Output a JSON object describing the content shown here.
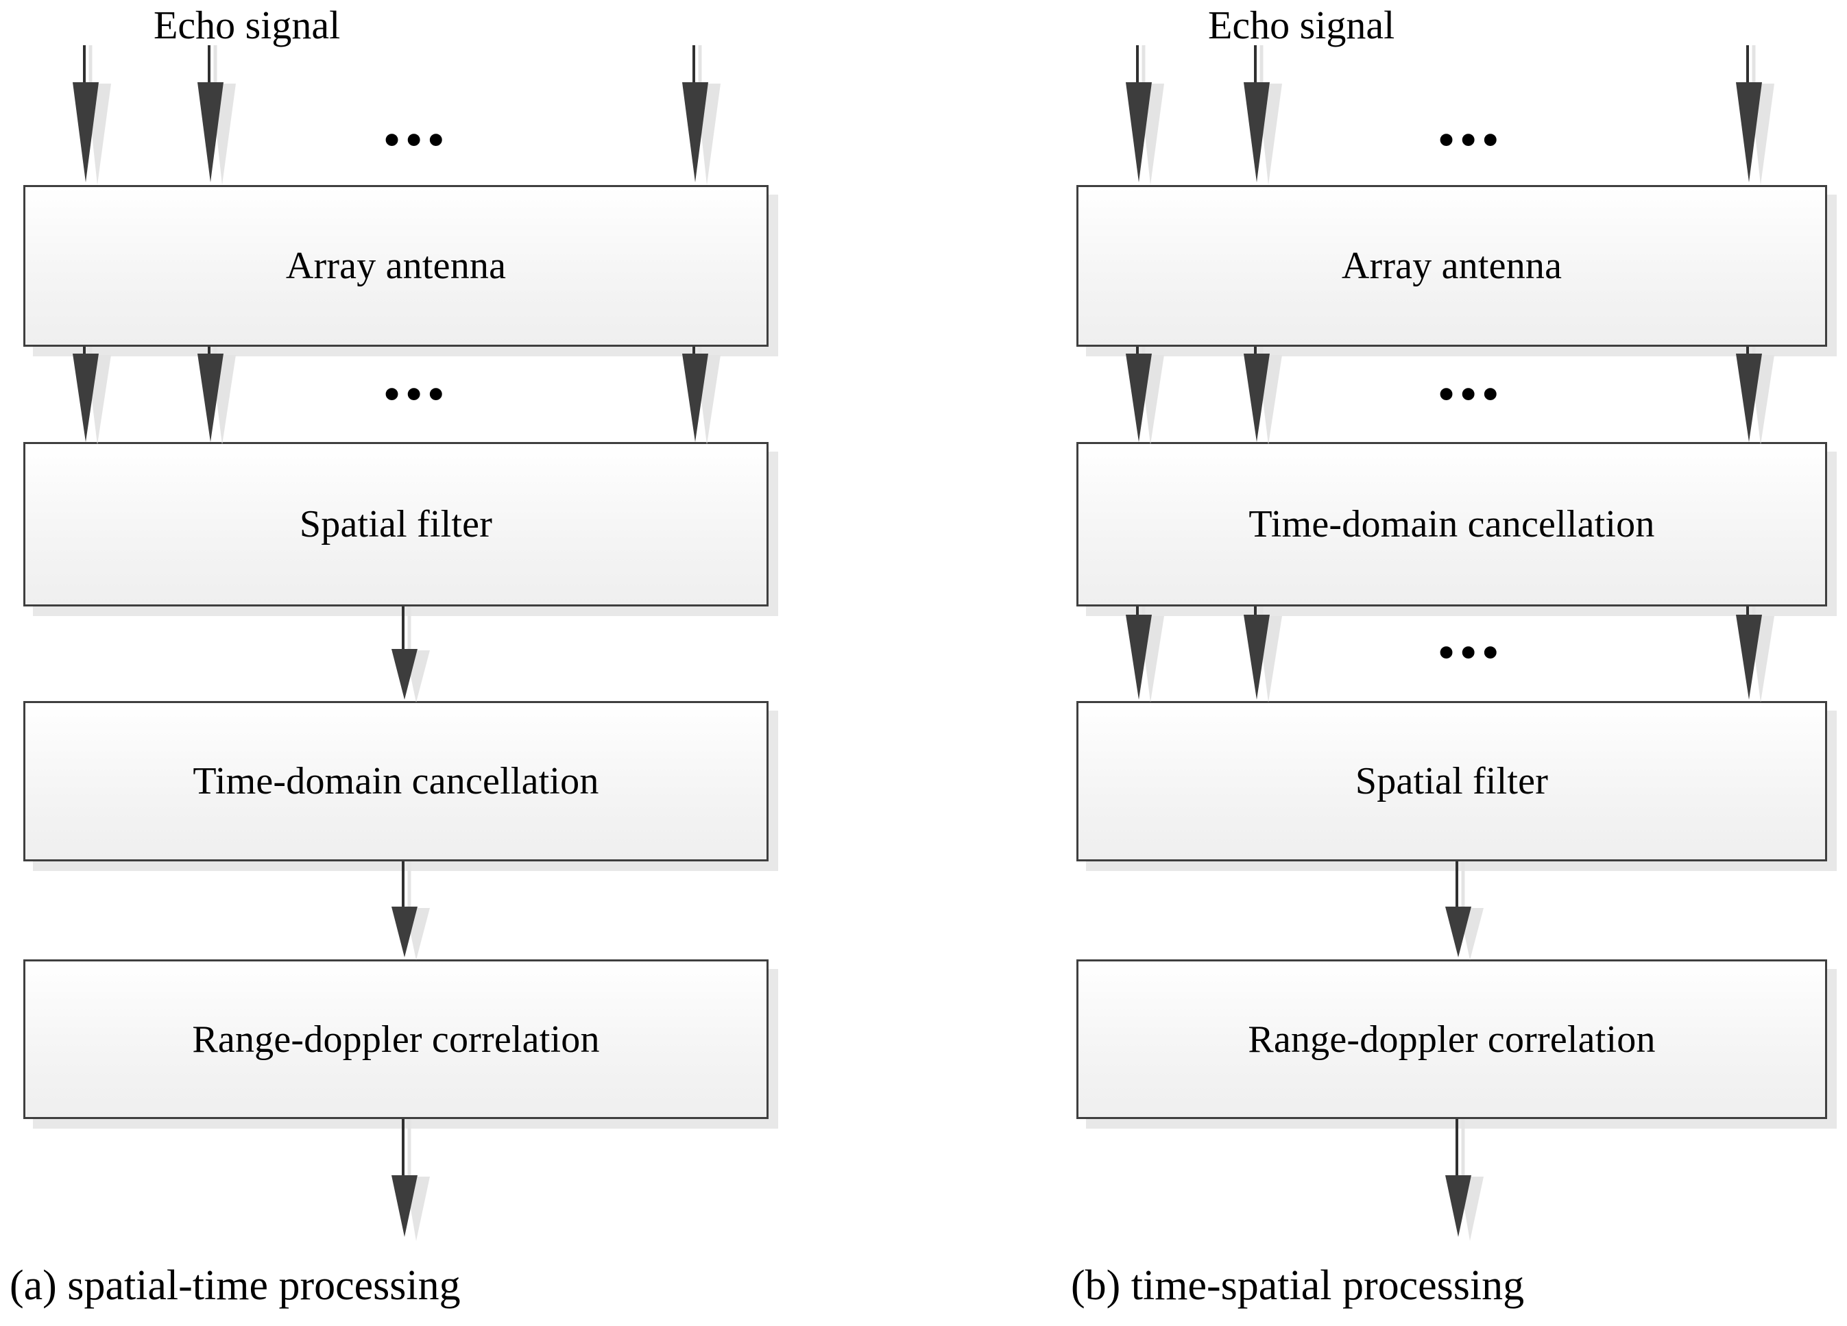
{
  "figure": {
    "type": "block-diagram",
    "description": "Two radar signal-processing chain block diagrams compared side by side"
  },
  "panels": [
    {
      "id": "a",
      "caption": "(a) spatial-time processing",
      "input_label": "Echo signal",
      "ellipsis": "•••",
      "blocks": [
        {
          "label": "Array antenna"
        },
        {
          "label": "Spatial filter"
        },
        {
          "label": "Time-domain cancellation"
        },
        {
          "label": "Range-doppler correlation"
        }
      ],
      "flows": [
        {
          "from": "Echo signal",
          "to": "Array antenna",
          "lines": 3,
          "has_ellipsis": true
        },
        {
          "from": "Array antenna",
          "to": "Spatial filter",
          "lines": 3,
          "has_ellipsis": true
        },
        {
          "from": "Spatial filter",
          "to": "Time-domain cancellation",
          "lines": 1,
          "has_ellipsis": false
        },
        {
          "from": "Time-domain cancellation",
          "to": "Range-doppler correlation",
          "lines": 1,
          "has_ellipsis": false
        },
        {
          "from": "Range-doppler correlation",
          "to": "output",
          "lines": 1,
          "has_ellipsis": false
        }
      ]
    },
    {
      "id": "b",
      "caption": "(b) time-spatial processing",
      "input_label": "Echo signal",
      "ellipsis": "•••",
      "blocks": [
        {
          "label": "Array antenna"
        },
        {
          "label": "Time-domain cancellation"
        },
        {
          "label": "Spatial filter"
        },
        {
          "label": "Range-doppler correlation"
        }
      ],
      "flows": [
        {
          "from": "Echo signal",
          "to": "Array antenna",
          "lines": 3,
          "has_ellipsis": true
        },
        {
          "from": "Array antenna",
          "to": "Time-domain cancellation",
          "lines": 3,
          "has_ellipsis": true
        },
        {
          "from": "Time-domain cancellation",
          "to": "Spatial filter",
          "lines": 3,
          "has_ellipsis": true
        },
        {
          "from": "Spatial filter",
          "to": "Range-doppler correlation",
          "lines": 1,
          "has_ellipsis": false
        },
        {
          "from": "Range-doppler correlation",
          "to": "output",
          "lines": 1,
          "has_ellipsis": false
        }
      ]
    }
  ],
  "colors": {
    "box_border": "#3f3f3f",
    "box_fill_top": "#ffffff",
    "box_fill_bottom": "#efefef",
    "arrow_head": "#3d3d3d",
    "arrow_shadow": "#e4e4e4",
    "box_shadow": "#e8e8e8",
    "text": "#000000",
    "background": "#ffffff"
  }
}
